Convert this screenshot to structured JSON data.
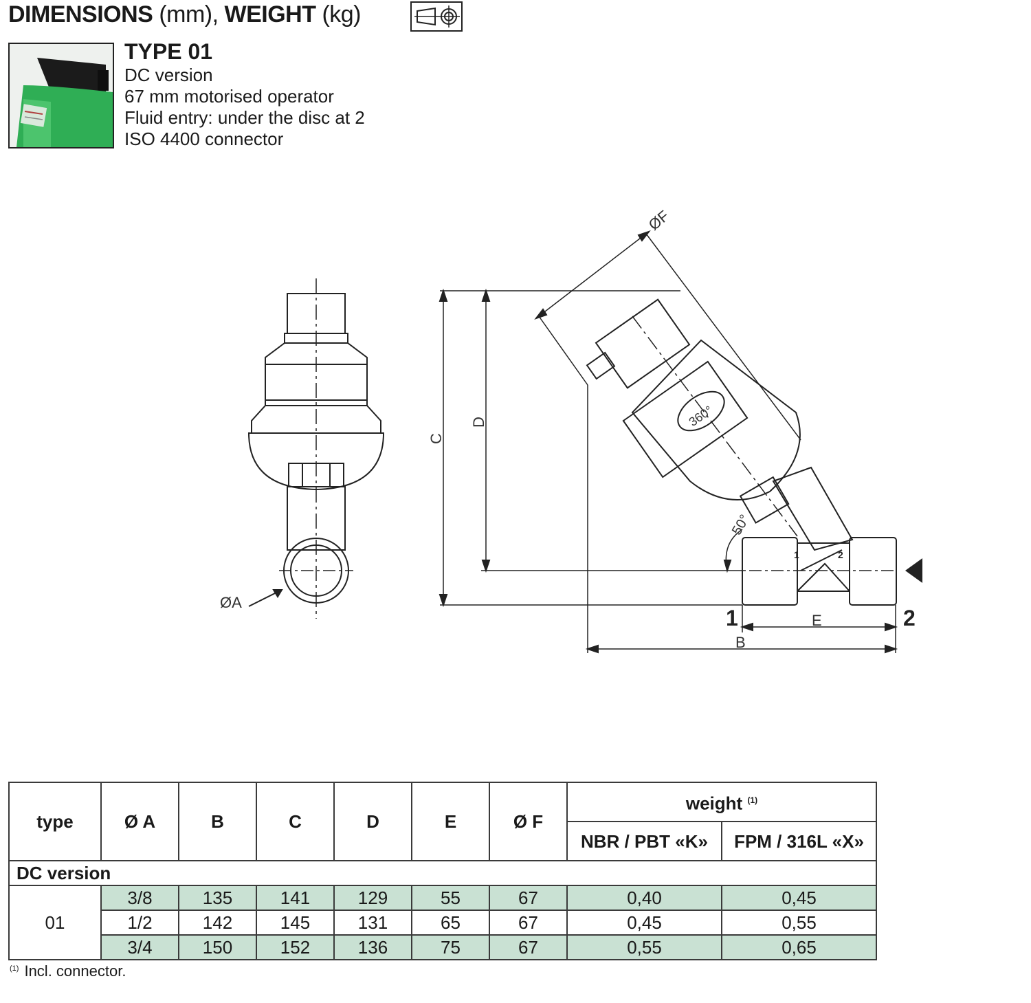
{
  "header": {
    "dimensions_label": "DIMENSIONS",
    "dimensions_unit": "(mm),",
    "weight_label": "WEIGHT",
    "weight_unit": "(kg)"
  },
  "product": {
    "type_title": "TYPE 01",
    "lines": [
      "DC version",
      "67 mm motorised operator",
      "Fluid entry: under the disc at 2",
      "ISO 4400 connector"
    ]
  },
  "drawing": {
    "dim_A": "ØA",
    "dim_B": "B",
    "dim_C": "C",
    "dim_D": "D",
    "dim_E": "E",
    "dim_F": "ØF",
    "rotation": "360°",
    "angle": "50°",
    "port_1": "1",
    "port_2": "2",
    "body_port_1": "1",
    "body_port_2": "2"
  },
  "table": {
    "headers": {
      "type": "type",
      "A": "Ø A",
      "B": "B",
      "C": "C",
      "D": "D",
      "E": "E",
      "F": "Ø F",
      "weight": "weight",
      "weight_note": "(1)",
      "nbr": "NBR / PBT «K»",
      "fpm": "FPM / 316L «X»"
    },
    "section": "DC version",
    "type_value": "01",
    "rows": [
      [
        "3/8",
        "135",
        "141",
        "129",
        "55",
        "67",
        "0,40",
        "0,45"
      ],
      [
        "1/2",
        "142",
        "145",
        "131",
        "65",
        "67",
        "0,45",
        "0,55"
      ],
      [
        "3/4",
        "150",
        "152",
        "136",
        "75",
        "67",
        "0,55",
        "0,65"
      ]
    ]
  },
  "footnote": {
    "mark": "(1)",
    "text": "Incl. connector."
  }
}
